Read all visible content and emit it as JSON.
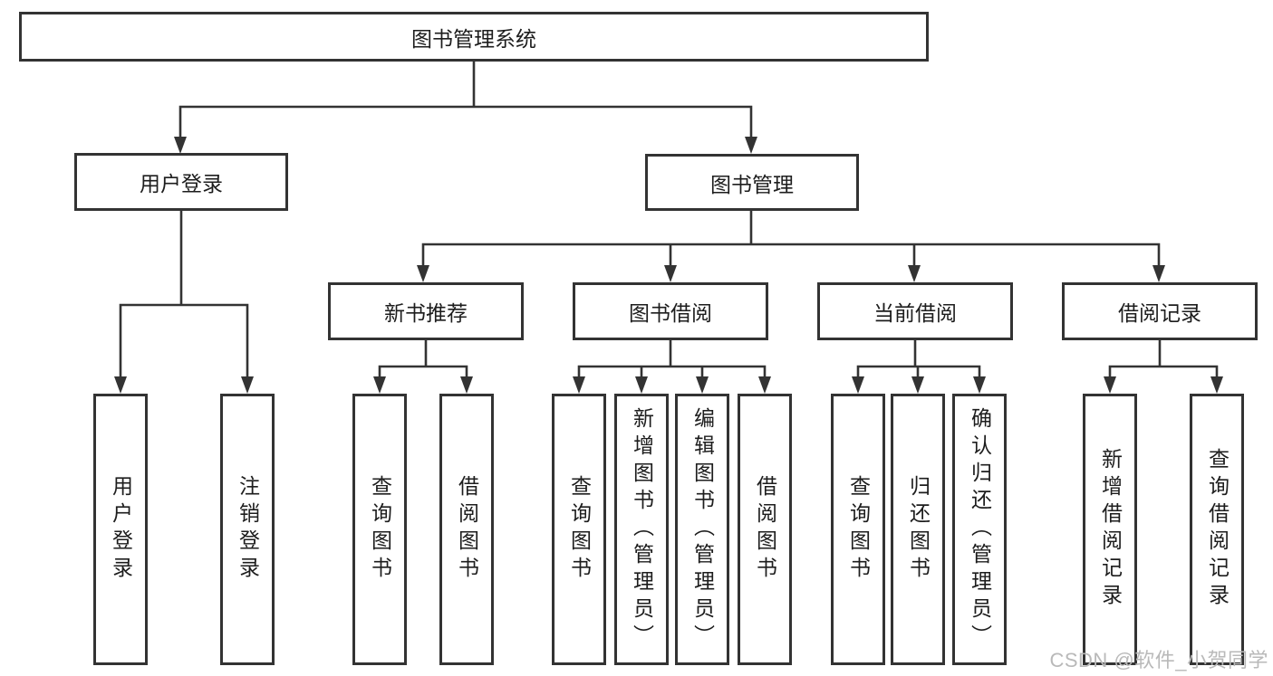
{
  "diagram": {
    "root": {
      "label": "图书管理系统"
    },
    "level2": {
      "user_login": {
        "label": "用户登录"
      },
      "book_mgmt": {
        "label": "图书管理"
      }
    },
    "level3": {
      "new_book": {
        "label": "新书推荐"
      },
      "book_borrow": {
        "label": "图书借阅"
      },
      "current_borrow": {
        "label": "当前借阅"
      },
      "borrow_record": {
        "label": "借阅记录"
      }
    },
    "leaves": {
      "user_login": [
        "用户登录",
        "注销登录"
      ],
      "new_book": [
        "查询图书",
        "借阅图书"
      ],
      "book_borrow": [
        "查询图书",
        "新增图书（管理员）",
        "编辑图书（管理员）",
        "借阅图书"
      ],
      "current_borrow": [
        "查询图书",
        "归还图书",
        "确认归还（管理员）"
      ],
      "borrow_record": [
        "新增借阅记录",
        "查询借阅记录"
      ]
    },
    "watermark": "CSDN @软件_小贺同学",
    "colors": {
      "line": "#333333",
      "box_border": "#333333",
      "box_fill": "#ffffff",
      "text": "#1d1d1d",
      "watermark": "#b9b9b9",
      "background": "#ffffff"
    }
  }
}
